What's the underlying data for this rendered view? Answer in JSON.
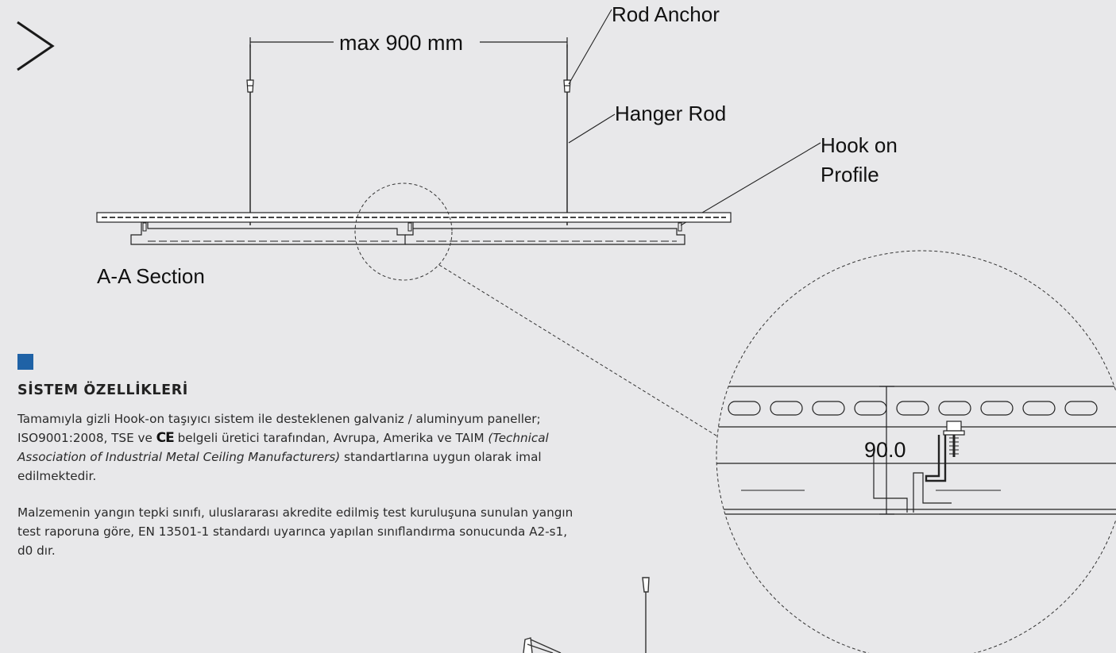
{
  "nav": {
    "next_icon": "chevron-right-icon"
  },
  "labels": {
    "rod_anchor": "Rod Anchor",
    "hanger_rod": "Hanger Rod",
    "hook_on_profile_line1": "Hook on",
    "hook_on_profile_line2": "Profile",
    "max_spacing": "max 900 mm",
    "section_title": "A-A Section",
    "detail_dimension": "90.0"
  },
  "specs": {
    "accent_color": "#1f62a6",
    "heading": "SİSTEM ÖZELLİKLERİ",
    "p1_a": "Tamamıyla gizli Hook-on taşıyıcı sistem ile desteklenen galvaniz / aluminyum paneller; ISO9001:2008, TSE ve ",
    "ce_mark": "CE",
    "p1_b": " belgeli üretici tarafından, Avrupa, Amerika ve TAIM ",
    "p1_italic": "(Technical Association of Industrial Metal Ceiling Manufacturers)",
    "p1_c": " standartlarına uygun olarak imal edilmektedir.",
    "p2": "Malzemenin yangın tepki sınıfı, uluslararası akredite edilmiş test kuruluşuna sunulan yangın test raporuna göre, EN 13501-1 standardı uyarınca yapılan sınıflandırma sonucunda A2-s1, d0 dır."
  }
}
